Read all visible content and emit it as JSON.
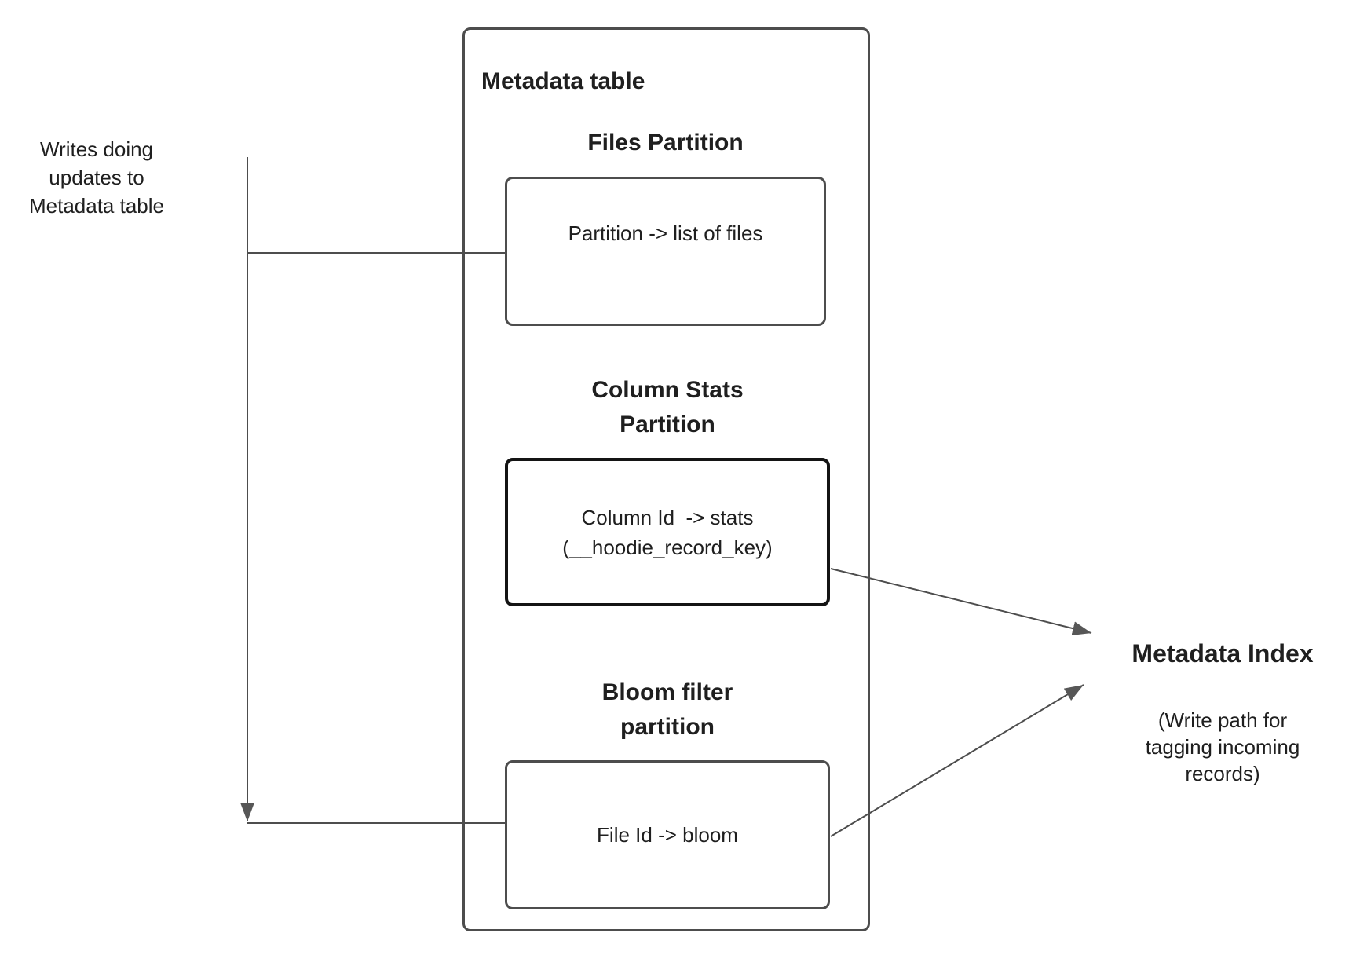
{
  "colors": {
    "line": "#4d4d4d",
    "box_border": "#4d4d4d",
    "stats_box_border": "#141414",
    "text": "#1f1f1f",
    "background": "#ffffff"
  },
  "left_note": {
    "text": "Writes doing\nupdates to\nMetadata table"
  },
  "metadata_table": {
    "title": "Metadata table",
    "files_partition": {
      "heading": "Files Partition",
      "box_text": "Partition -> list of files"
    },
    "column_stats_partition": {
      "heading": "Column Stats\nPartition",
      "box_text": "Column Id  -> stats\n(__hoodie_record_key)"
    },
    "bloom_filter_partition": {
      "heading": "Bloom filter\npartition",
      "box_text": "File Id -> bloom"
    }
  },
  "metadata_index": {
    "title": "Metadata Index",
    "subtitle": "(Write path for\ntagging incoming\nrecords)"
  }
}
